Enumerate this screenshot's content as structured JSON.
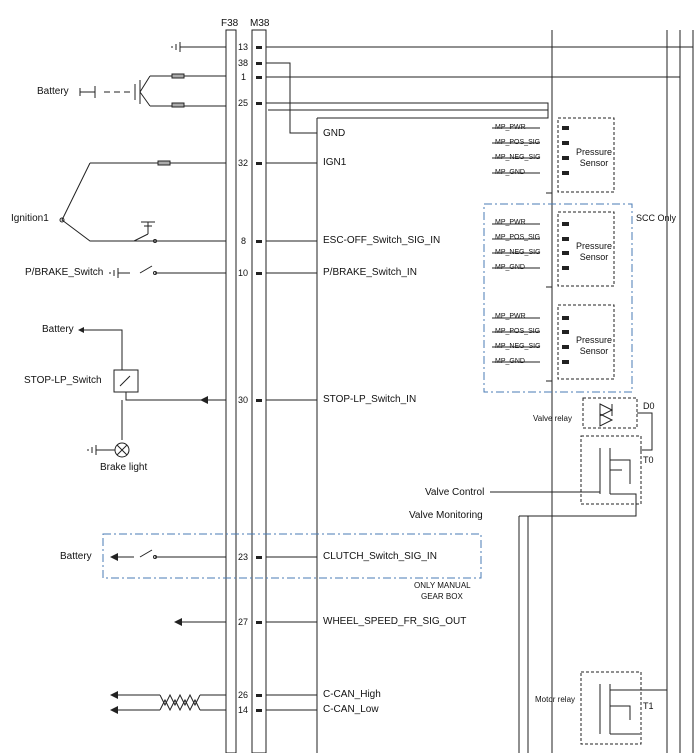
{
  "connectors": {
    "f": "F38",
    "m": "M38"
  },
  "pins": [
    "13",
    "38",
    "1",
    "25",
    "32",
    "8",
    "10",
    "30",
    "23",
    "27",
    "26",
    "14"
  ],
  "external": {
    "battery_top": "Battery",
    "ignition": "Ignition1",
    "pbrake": "P/BRAKE_Switch",
    "battery_stop": "Battery",
    "stop_switch": "STOP-LP_Switch",
    "brake_light": "Brake light",
    "battery_clutch": "Battery"
  },
  "module_signals": {
    "gnd": "GND",
    "ign": "IGN1",
    "esc": "ESC-OFF_Switch_SIG_IN",
    "pbrake": "P/BRAKE_Switch_IN",
    "stop": "STOP-LP_Switch_IN",
    "valve_control": "Valve Control",
    "valve_monitoring": "Valve Monitoring",
    "clutch": "CLUTCH_Switch_SIG_IN",
    "wheel": "WHEEL_SPEED_FR_SIG_OUT",
    "can_high": "C-CAN_High",
    "can_low": "C-CAN_Low"
  },
  "sensor_pins": [
    "MP_PWR",
    "MP_POS_SIG",
    "MP_NEG_SIG",
    "MP_GND"
  ],
  "sensor_label_1": "Pressure",
  "sensor_label_2": "Sensor",
  "scc_only": "SCC Only",
  "manual_note_1": "ONLY MANUAL",
  "manual_note_2": "GEAR BOX",
  "valve_relay": "Valve relay",
  "motor_relay": "Motor relay",
  "d0": "D0",
  "t0": "T0",
  "t1": "T1"
}
